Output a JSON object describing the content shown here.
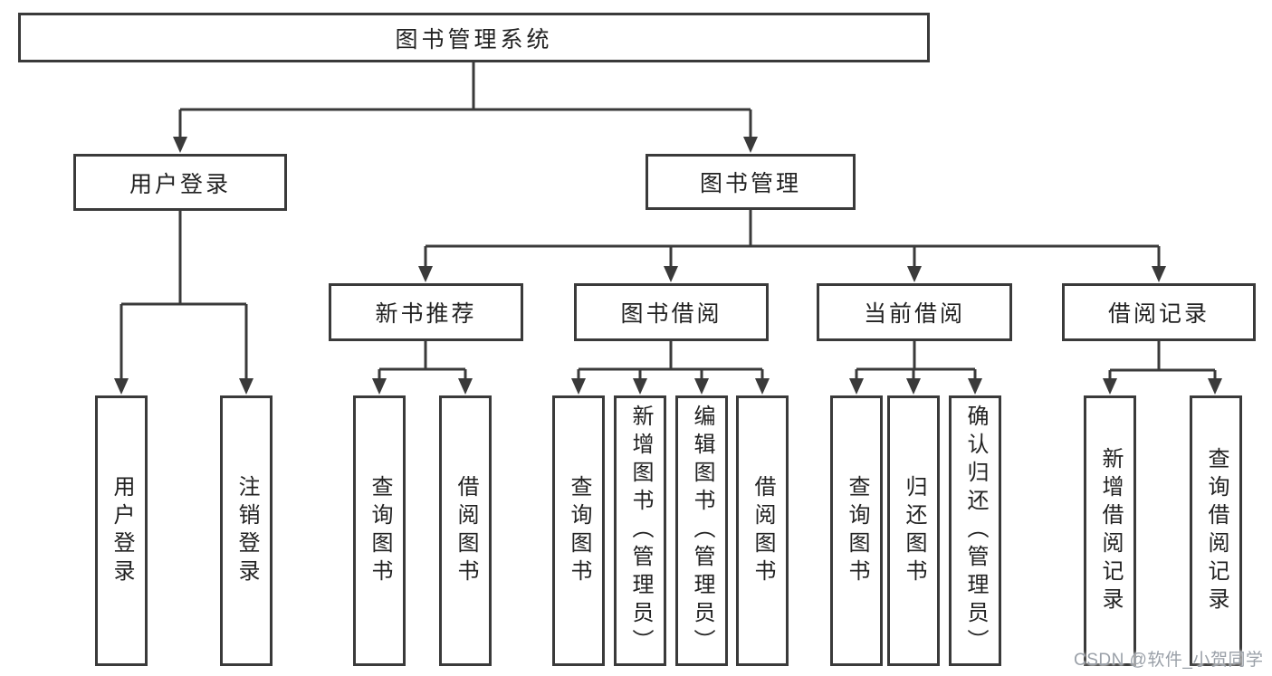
{
  "tree": {
    "label": "图书管理系统",
    "children": [
      {
        "label": "用户登录",
        "children": [
          {
            "label": "用户登录"
          },
          {
            "label": "注销登录"
          }
        ]
      },
      {
        "label": "图书管理",
        "children": [
          {
            "label": "新书推荐",
            "children": [
              {
                "label": "查询图书"
              },
              {
                "label": "借阅图书"
              }
            ]
          },
          {
            "label": "图书借阅",
            "children": [
              {
                "label": "查询图书"
              },
              {
                "label": "新增图书（管理员）"
              },
              {
                "label": "编辑图书（管理员）"
              },
              {
                "label": "借阅图书"
              }
            ]
          },
          {
            "label": "当前借阅",
            "children": [
              {
                "label": "查询图书"
              },
              {
                "label": "归还图书"
              },
              {
                "label": "确认归还（管理员）"
              }
            ]
          },
          {
            "label": "借阅记录",
            "children": [
              {
                "label": "新增借阅记录"
              },
              {
                "label": "查询借阅记录"
              }
            ]
          }
        ]
      }
    ]
  },
  "watermark": {
    "text": "CSDN @软件_小贺同学"
  },
  "colors": {
    "line": "#3a3a3a",
    "box_border": "#3a3a3a",
    "text": "#222222",
    "background": "#ffffff",
    "watermark": "#9aa0a8"
  }
}
